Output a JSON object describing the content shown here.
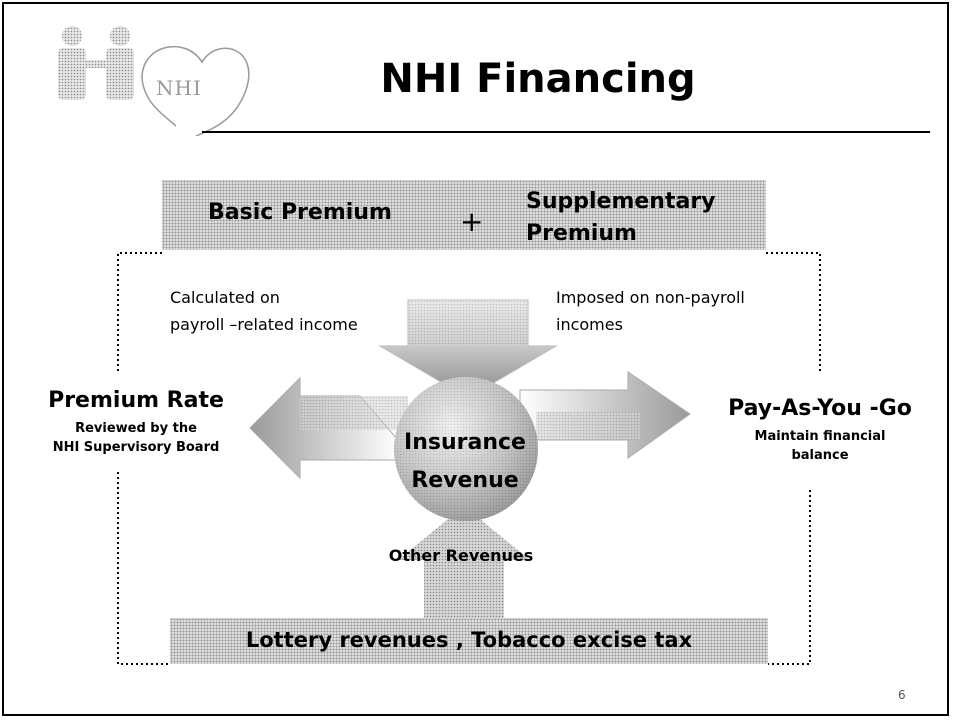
{
  "logo": {
    "text": "NHI"
  },
  "title": "NHI Financing",
  "top_band": {
    "basic_premium": "Basic Premium",
    "plus": "+",
    "supplementary_line1": "Supplementary",
    "supplementary_line2": "Premium"
  },
  "notes": {
    "calculated_line1": "Calculated on",
    "calculated_line2": "payroll –related income",
    "imposed_line1": "Imposed on non-payroll",
    "imposed_line2": "incomes"
  },
  "premium_rate": {
    "title": "Premium Rate",
    "line1": "Reviewed by the",
    "line2": "NHI Supervisory Board"
  },
  "pay_as_you_go": {
    "title": "Pay-As-You -Go",
    "line1": "Maintain financial",
    "line2": "balance"
  },
  "center": {
    "line1": "Insurance",
    "line2": "Revenue"
  },
  "other_revenues": "Other Revenues",
  "bottom_band": "Lottery revenues , Tobacco excise tax",
  "page_number": "6"
}
